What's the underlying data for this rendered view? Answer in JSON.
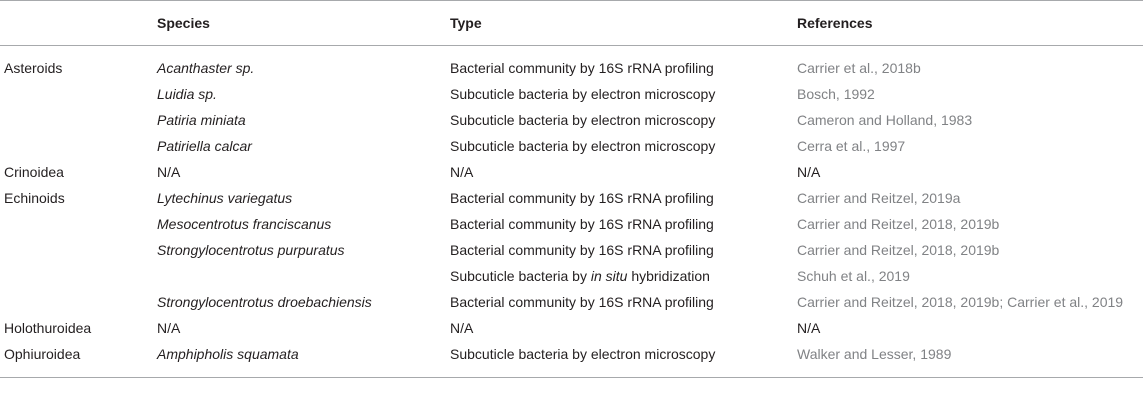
{
  "header": {
    "class": "",
    "species": "Species",
    "type": "Type",
    "references": "References"
  },
  "rows": [
    {
      "class": "Asteroids",
      "species": "Acanthaster sp.",
      "type": "Bacterial community by 16S rRNA profiling",
      "ref": "Carrier et al., 2018b"
    },
    {
      "class": "",
      "species": "Luidia sp.",
      "type": "Subcuticle bacteria by electron microscopy",
      "ref": "Bosch, 1992"
    },
    {
      "class": "",
      "species": "Patiria miniata",
      "type": "Subcuticle bacteria by electron microscopy",
      "ref": "Cameron and Holland, 1983"
    },
    {
      "class": "",
      "species": "Patiriella calcar",
      "type": "Subcuticle bacteria by electron microscopy",
      "ref": "Cerra et al., 1997"
    },
    {
      "class": "Crinoidea",
      "species": "N/A",
      "type": "N/A",
      "ref": "N/A"
    },
    {
      "class": "Echinoids",
      "species": "Lytechinus variegatus",
      "type": "Bacterial community by 16S rRNA profiling",
      "ref": "Carrier and Reitzel, 2019a"
    },
    {
      "class": "",
      "species": "Mesocentrotus franciscanus",
      "type": "Bacterial community by 16S rRNA profiling",
      "ref": "Carrier and Reitzel, 2018, 2019b"
    },
    {
      "class": "",
      "species": "Strongylocentrotus purpuratus",
      "type": "Bacterial community by 16S rRNA profiling",
      "ref": "Carrier and Reitzel, 2018, 2019b"
    },
    {
      "class": "",
      "species": "",
      "type_pre": "Subcuticle bacteria by ",
      "type_italic": "in situ",
      "type_post": " hybridization",
      "ref": "Schuh et al., 2019"
    },
    {
      "class": "",
      "species": "Strongylocentrotus droebachiensis",
      "type": "Bacterial community by 16S rRNA profiling",
      "ref": "Carrier and Reitzel, 2018, 2019b; Carrier et al., 2019"
    },
    {
      "class": "Holothuroidea",
      "species": "N/A",
      "type": "N/A",
      "ref": "N/A"
    },
    {
      "class": "Ophiuroidea",
      "species": "Amphipholis squamata",
      "type": "Subcuticle bacteria by electron microscopy",
      "ref": "Walker and Lesser, 1989"
    }
  ]
}
